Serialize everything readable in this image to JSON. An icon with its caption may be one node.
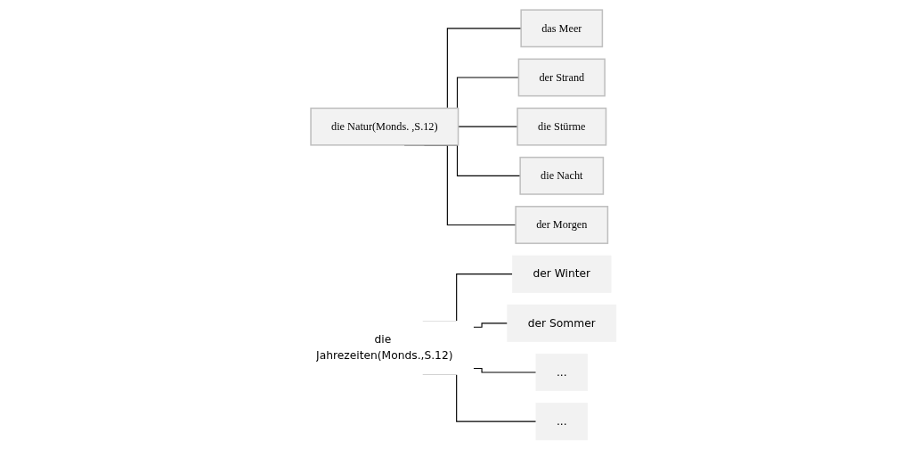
{
  "diagram": {
    "nodes": [
      {
        "text": [
          "die Natur(Monds. ,S.12)"
        ]
      },
      {
        "text": [
          "das Meer"
        ]
      },
      {
        "text": [
          "der Strand"
        ]
      },
      {
        "text": [
          "die Stürme"
        ]
      },
      {
        "text": [
          "die Nacht"
        ]
      },
      {
        "text": [
          "der Morgen"
        ]
      },
      {
        "text": [
          "die Jahrezeiten(Monds.,S.12)"
        ]
      },
      {
        "text": [
          "der Winter"
        ]
      },
      {
        "text": [
          "der Sommer"
        ]
      },
      {
        "text": [
          "..."
        ]
      },
      {
        "text": [
          "..."
        ]
      }
    ],
    "edges": [
      {
        "from": 0,
        "to": 1,
        "arrow": "none"
      },
      {
        "from": 0,
        "to": 2,
        "arrow": "none"
      },
      {
        "from": 0,
        "to": 3,
        "arrow": "none"
      },
      {
        "from": 0,
        "to": 4,
        "arrow": "none"
      },
      {
        "from": 0,
        "to": 5,
        "arrow": "none"
      },
      {
        "from": 6,
        "to": 7,
        "arrow": "none"
      },
      {
        "from": 6,
        "to": 8,
        "arrow": "none"
      },
      {
        "from": 6,
        "to": 9,
        "arrow": "none"
      },
      {
        "from": 6,
        "to": 10,
        "arrow": "none"
      }
    ]
  }
}
